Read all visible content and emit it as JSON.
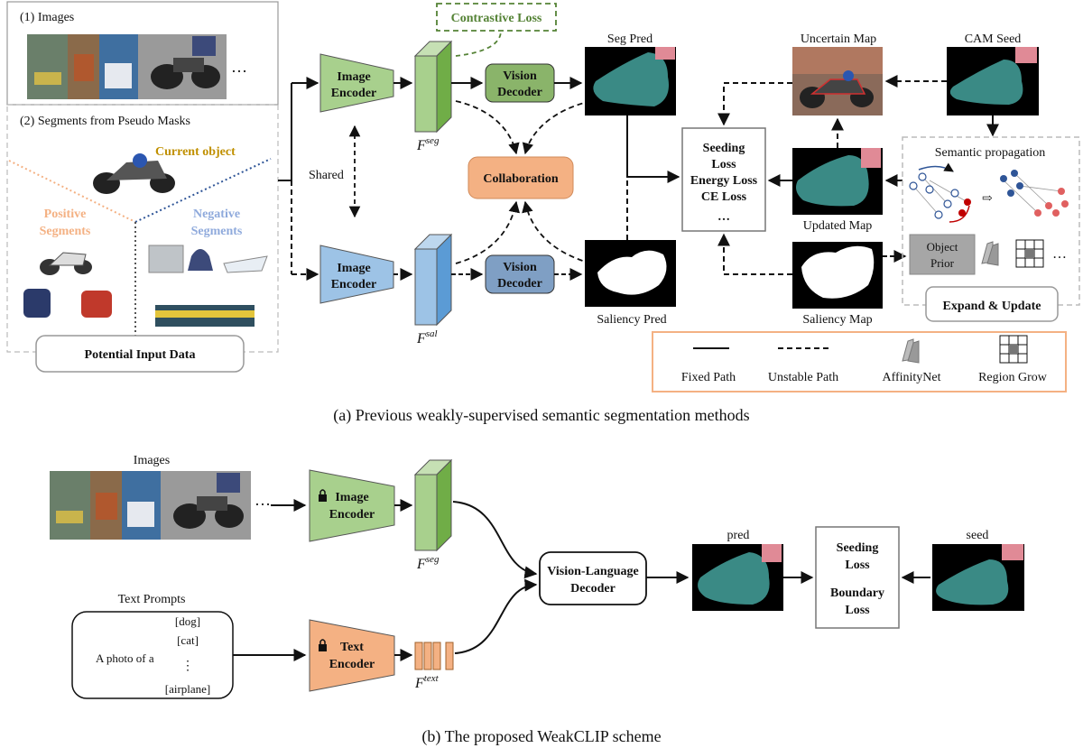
{
  "part_a": {
    "images_label": "(1) Images",
    "segments_label": "(2) Segments from Pseudo Masks",
    "ellipsis": "…",
    "current_object": "Current object",
    "positive_l1": "Positive",
    "positive_l2": "Segments",
    "negative_l1": "Negative",
    "negative_l2": "Segments",
    "potential_input": "Potential Input Data",
    "shared": "Shared",
    "image_encoder_l1": "Image",
    "image_encoder_l2": "Encoder",
    "f_seg_base": "F",
    "f_seg_sup": "seg",
    "f_sal_base": "F",
    "f_sal_sup": "sal",
    "contrastive_loss": "Contrastive Loss",
    "vision_decoder_l1": "Vision",
    "vision_decoder_l2": "Decoder",
    "collaboration": "Collaboration",
    "seg_pred": "Seg Pred",
    "saliency_pred": "Saliency Pred",
    "loss_l1": "Seeding",
    "loss_l2": "Loss",
    "loss_l3": "Energy Loss",
    "loss_l4": "CE Loss",
    "loss_l5": "…",
    "uncertain_map": "Uncertain Map",
    "cam_seed": "CAM Seed",
    "updated_map": "Updated Map",
    "saliency_map": "Saliency Map",
    "semantic_propagation": "Semantic propagation",
    "object_prior_l1": "Object",
    "object_prior_l2": "Prior",
    "expand_update": "Expand & Update",
    "legend_fixed": "Fixed Path",
    "legend_unstable": "Unstable Path",
    "legend_affinity": "AffinityNet",
    "legend_region": "Region Grow",
    "caption": "(a)  Previous weakly-supervised semantic segmentation methods"
  },
  "part_b": {
    "images_label": "Images",
    "ellipsis": "…",
    "image_encoder_l1": "Image",
    "image_encoder_l2": "Encoder",
    "f_seg_base": "F",
    "f_seg_sup": "seg",
    "text_prompts": "Text Prompts",
    "prompt_dog": "[dog]",
    "prompt_cat": "[cat]",
    "prompt_prefix": "A photo of a",
    "prompt_vdots": "⋮",
    "prompt_airplane": "[airplane]",
    "text_encoder_l1": "Text",
    "text_encoder_l2": "Encoder",
    "f_text_base": "F",
    "f_text_sup": "text",
    "vl_decoder_l1": "Vision-Language",
    "vl_decoder_l2": "Decoder",
    "pred": "pred",
    "seed": "seed",
    "loss_l1": "Seeding",
    "loss_l2": "Loss",
    "loss_l3": "Boundary",
    "loss_l4": "Loss",
    "caption": "(b)  The proposed WeakCLIP scheme"
  },
  "colors": {
    "green_fill": "#a8d08d",
    "blue_fill": "#9dc3e6",
    "orange_fill": "#f4b183",
    "olive_text": "#c09000",
    "positive_orange": "#f4b183",
    "negative_blue": "#8faadc",
    "contrastive_green": "#548235",
    "mask_teal": "#3a8a85",
    "mask_pink": "#e08a96",
    "legend_border": "#f4b183"
  }
}
